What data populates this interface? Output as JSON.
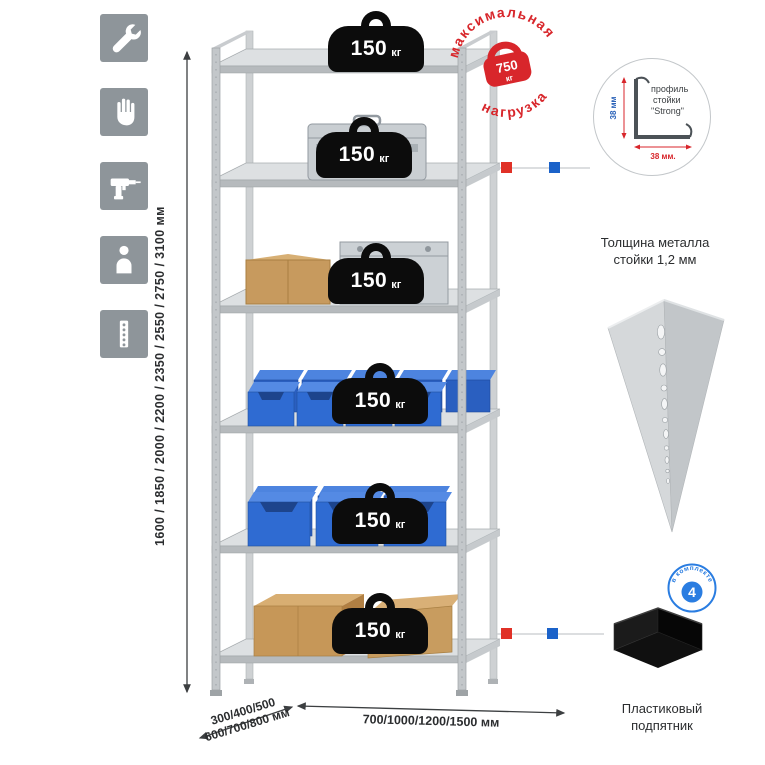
{
  "left_toolbar": {
    "icons": [
      "wrench",
      "gloves",
      "drill",
      "person",
      "rack-profile"
    ]
  },
  "dimensions": {
    "height_label": "1600 / 1850 / 2000 / 2200 / 2350 / 2550 / 2750 / 3100 мм",
    "depth_label_line1": "300/400/500",
    "depth_label_line2": "600/700/800 мм",
    "width_label": "700/1000/1200/1500 мм"
  },
  "shelf_weights": [
    {
      "value": "150",
      "unit": "кг"
    },
    {
      "value": "150",
      "unit": "кг"
    },
    {
      "value": "150",
      "unit": "кг"
    },
    {
      "value": "150",
      "unit": "кг"
    },
    {
      "value": "150",
      "unit": "кг"
    },
    {
      "value": "150",
      "unit": "кг"
    }
  ],
  "max_load_stamp": {
    "word_top": "максимальная",
    "word_bottom": "нагрузка",
    "value": "750",
    "unit": "кг"
  },
  "profile_callout": {
    "line1": "профиль",
    "line2": "стойки",
    "line3": "\"Strong\"",
    "dim_vertical": "38 мм",
    "dim_horizontal": "38 мм.",
    "caption_line1": "Толщина металла",
    "caption_line2": "стойки 1,2 мм"
  },
  "foot_callout": {
    "badge_value": "4",
    "badge_text": "в комплекте",
    "caption_line1": "Пластиковый",
    "caption_line2": "подпятник"
  },
  "colors": {
    "accent_red": "#d8262b",
    "accent_blue": "#1b62c9",
    "icon_gray": "#8e959a",
    "bin_blue": "#2f6bd2"
  }
}
